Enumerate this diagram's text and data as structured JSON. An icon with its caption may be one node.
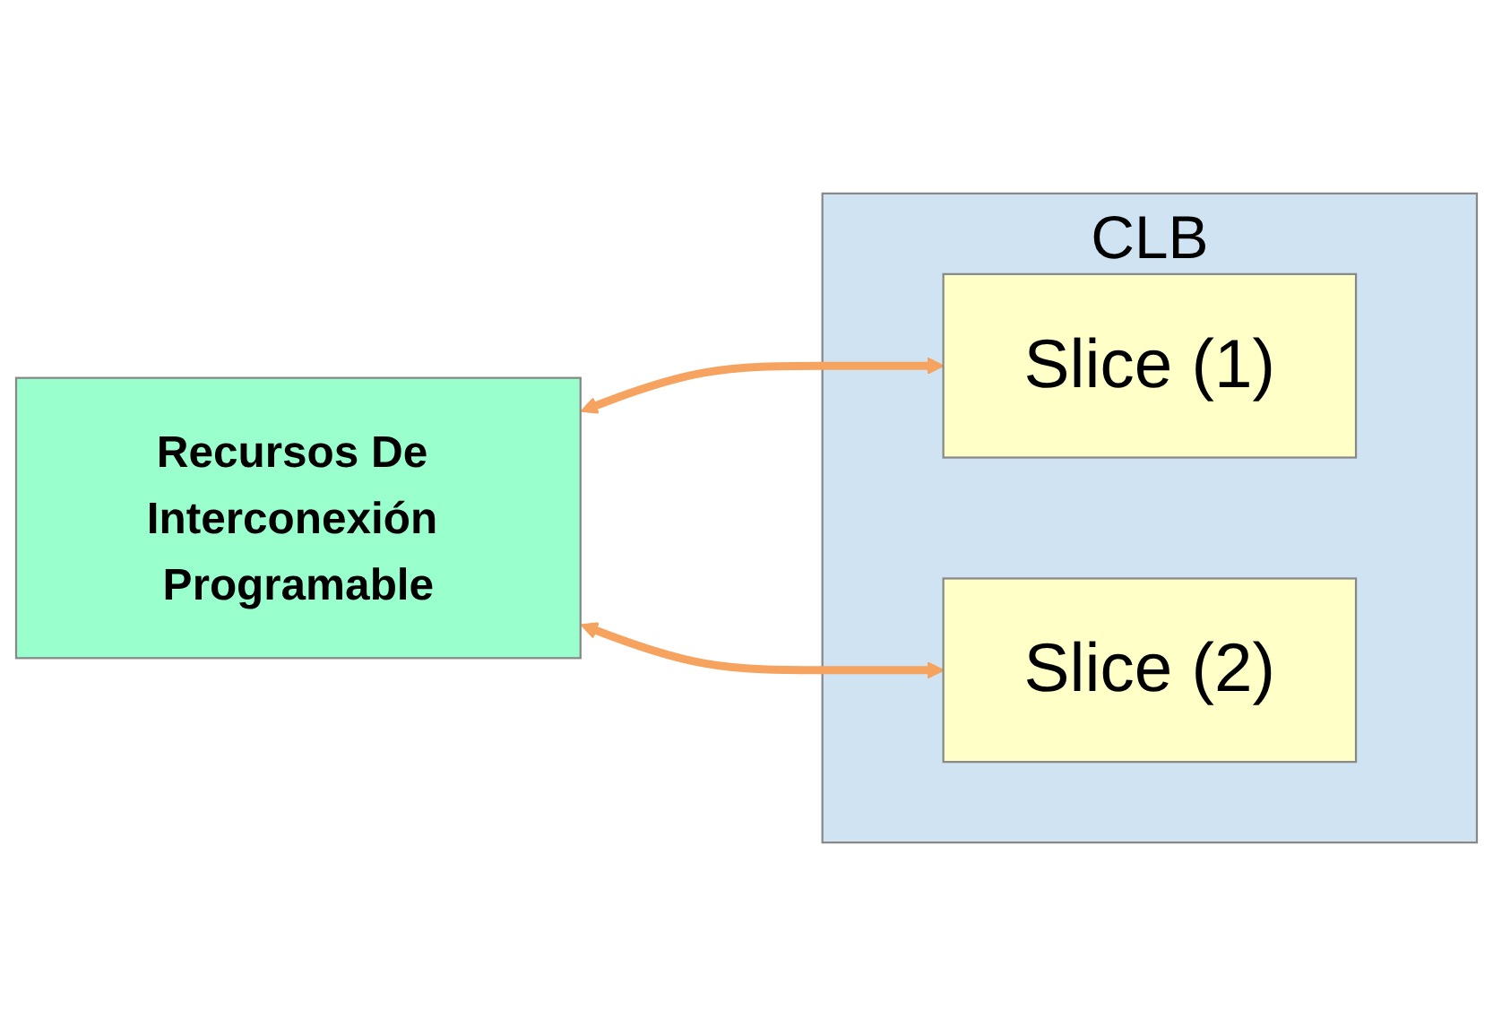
{
  "diagram": {
    "nodes": [
      {
        "text": [
          "Recursos De Interconexión Programable"
        ]
      },
      {
        "text": [
          "CLB"
        ]
      },
      {
        "text": [
          "Slice (1)"
        ],
        "in": 1
      },
      {
        "text": [
          "Slice (2)"
        ],
        "in": 1
      }
    ],
    "edges": [
      {
        "from": 0,
        "to": 2,
        "arrow": "both"
      },
      {
        "from": 0,
        "to": 3,
        "arrow": "both"
      }
    ]
  }
}
